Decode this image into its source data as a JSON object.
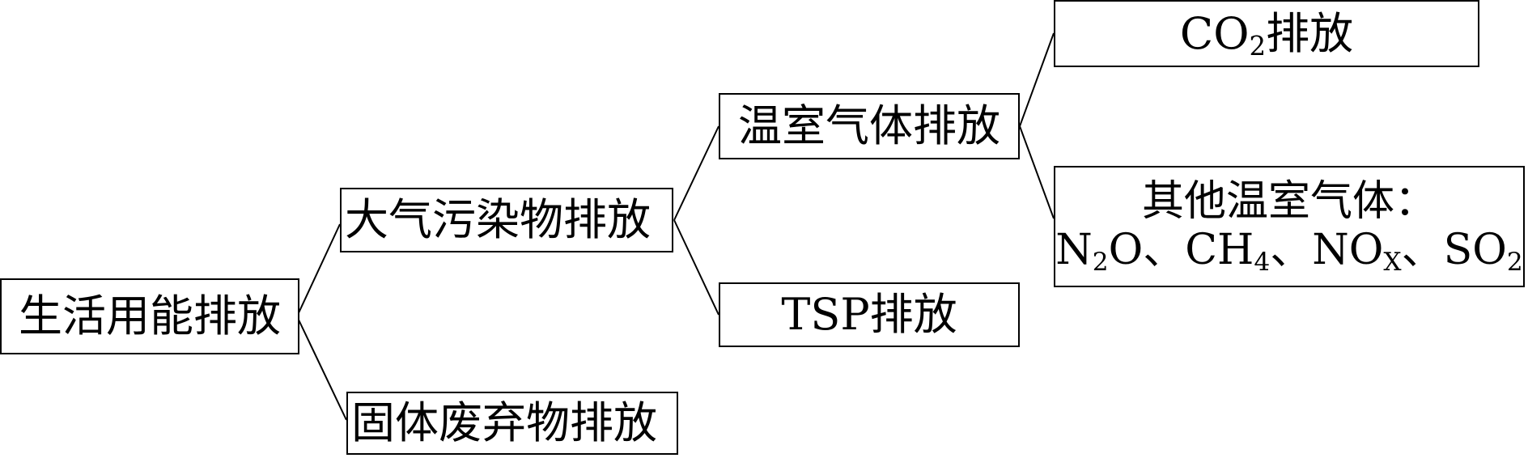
{
  "diagram": {
    "root": {
      "label": "生活用能排放"
    },
    "level1": [
      {
        "label": "大气污染物排放"
      },
      {
        "label": "固体废弃物排放"
      }
    ],
    "level2": [
      {
        "label": "温室气体排放"
      },
      {
        "label": "TSP排放"
      }
    ],
    "level3": {
      "co2": {
        "prefix": "CO",
        "sub": "2",
        "suffix": "排放"
      },
      "other": {
        "title": "其他温室气体：",
        "formula": [
          {
            "text": "N"
          },
          {
            "sub": "2"
          },
          {
            "text": "O、CH"
          },
          {
            "sub": "4"
          },
          {
            "text": "、NO"
          },
          {
            "sub": "X"
          },
          {
            "text": "、SO"
          },
          {
            "sub": "2"
          }
        ]
      }
    }
  }
}
